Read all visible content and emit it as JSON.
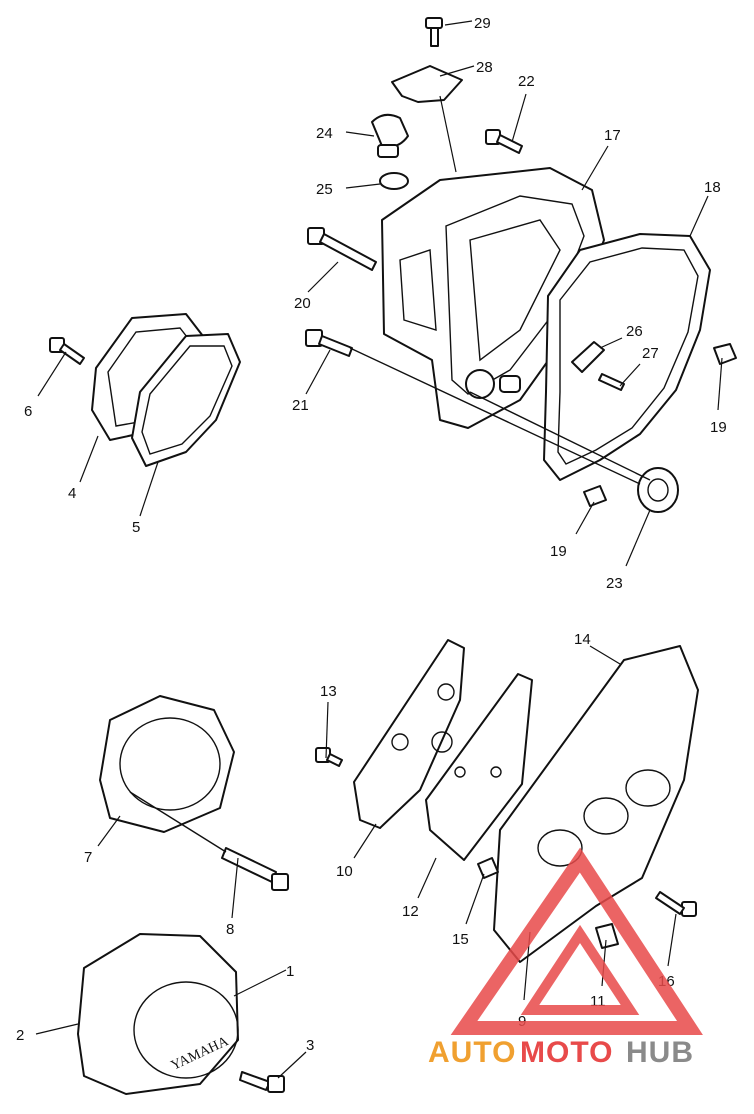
{
  "diagram": {
    "callouts": [
      "29",
      "28",
      "22",
      "24",
      "17",
      "25",
      "18",
      "20",
      "26",
      "27",
      "19",
      "21",
      "19",
      "23",
      "6",
      "4",
      "5",
      "14",
      "13",
      "10",
      "12",
      "15",
      "7",
      "8",
      "16",
      "11",
      "9",
      "1",
      "2",
      "3"
    ],
    "cover_embossing": "YAMAHA"
  },
  "watermark": {
    "text_part1": "AUTO",
    "text_part2": "MOTO",
    "text_part3": "HUB",
    "colors": {
      "orange": "#f0a030",
      "red": "#e84a4a",
      "gray": "#8a8a8a"
    }
  }
}
